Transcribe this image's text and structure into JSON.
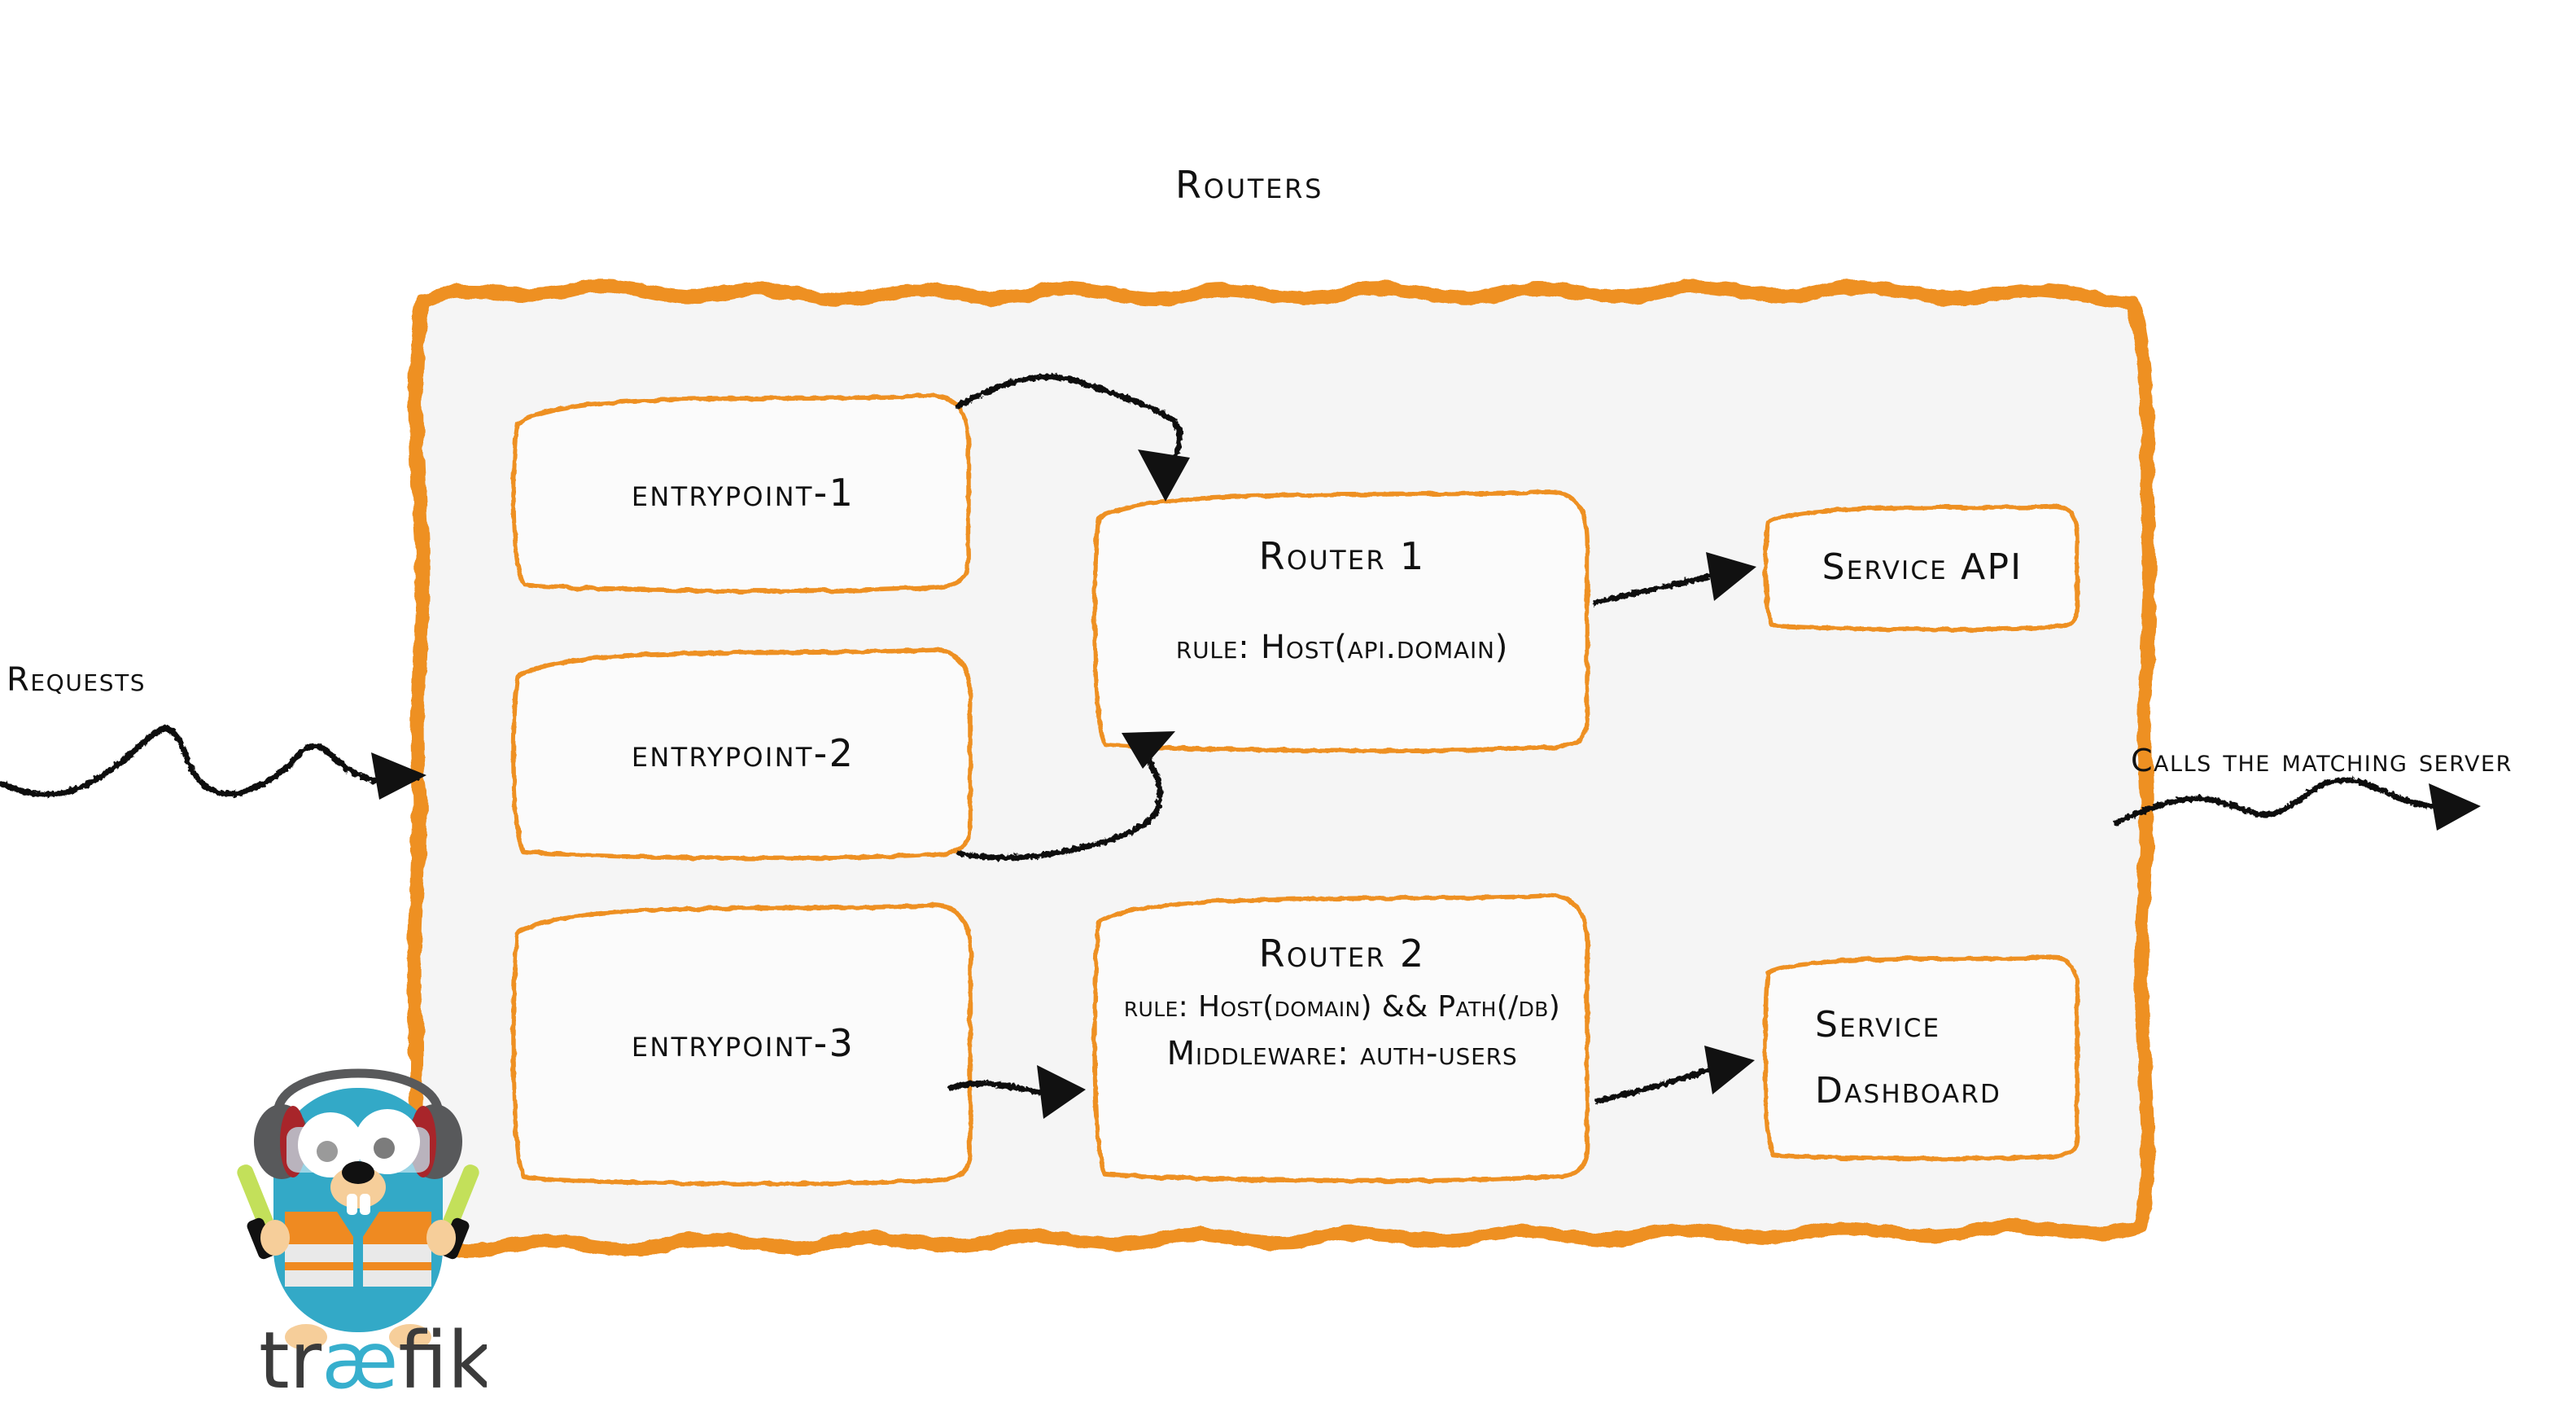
{
  "diagram": {
    "title": "Routers",
    "brand_color": "#ee9023",
    "panel_fill": "#f5f5f5",
    "ink_color": "#111111"
  },
  "labels": {
    "incoming": "Requests",
    "outgoing": "Calls the matching server"
  },
  "entrypoints": [
    {
      "label": "entrypoint-1"
    },
    {
      "label": "entrypoint-2"
    },
    {
      "label": "entrypoint-3"
    }
  ],
  "routers": [
    {
      "name": "Router 1",
      "rule": "rule: Host(api.domain)",
      "middleware": ""
    },
    {
      "name": "Router 2",
      "rule": "rule: Host(domain) && Path(/db)",
      "middleware": "Middleware: auth-users"
    }
  ],
  "services": [
    {
      "line1": "Service API",
      "line2": ""
    },
    {
      "line1": "Service",
      "line2": "Dashboard"
    }
  ],
  "logo": {
    "wordmark": "træfik",
    "mascot": "traefik-gopher-mascot",
    "body_color": "#3aafc9",
    "vest_color": "#ef8a21",
    "baton_color": "#c3e05a",
    "headphone_color": "#58595b",
    "headphone_accent": "#a8252a",
    "wordmark_dark": "#3b3b3b",
    "wordmark_accent": "#37afcd"
  }
}
